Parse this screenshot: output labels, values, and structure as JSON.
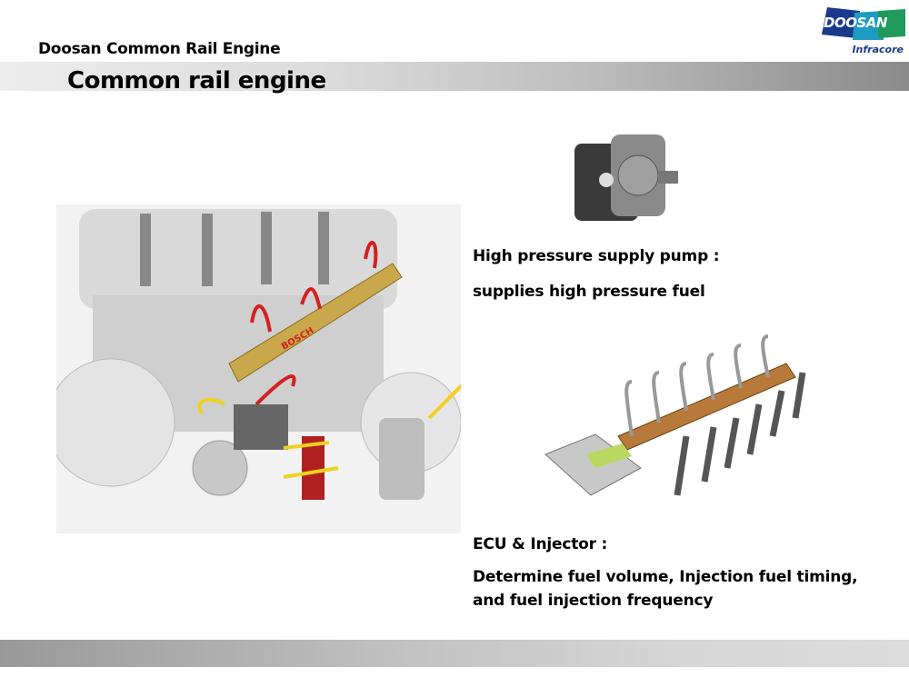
{
  "header": {
    "subtitle": "Doosan Common Rail Engine",
    "title": "Common rail engine",
    "logo": {
      "brand": "DOOSAN",
      "division": "Infracore"
    }
  },
  "pump": {
    "heading": "High pressure supply pump :",
    "description": "supplies high pressure fuel"
  },
  "ecu_injector": {
    "heading": "ECU & Injector :",
    "description_line1": "Determine fuel volume, Injection fuel timing,",
    "description_line2": "and fuel injection frequency"
  },
  "engine_image": {
    "label": "BOSCH"
  },
  "colors": {
    "logo_blue": "#1a3a8c",
    "logo_teal": "#1e9bc0",
    "logo_green": "#1f9a5a",
    "fuel_line_red": "#d42020",
    "rail_brass": "#c8a84a",
    "flow_arrow": "#f0d020"
  }
}
